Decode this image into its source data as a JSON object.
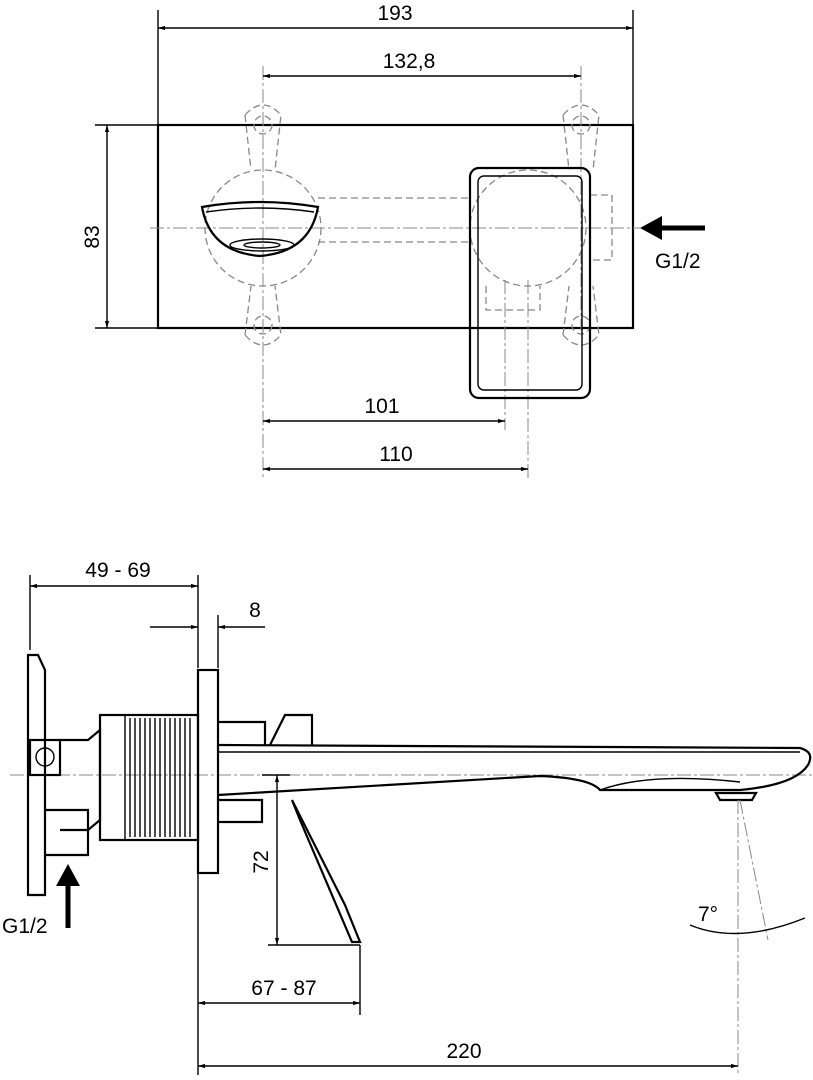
{
  "top_view": {
    "dim_overall_width": "193",
    "dim_hole_spacing": "132,8",
    "dim_height": "83",
    "inlet_label": "G1/2",
    "dim_101": "101",
    "dim_110": "110"
  },
  "side_view": {
    "dim_wall_depth": "49 - 69",
    "dim_plate_thickness": "8",
    "dim_lever_height": "72",
    "inlet_label": "G1/2",
    "dim_angle": "7°",
    "dim_lever_reach": "67 - 87",
    "dim_spout_reach": "220"
  }
}
